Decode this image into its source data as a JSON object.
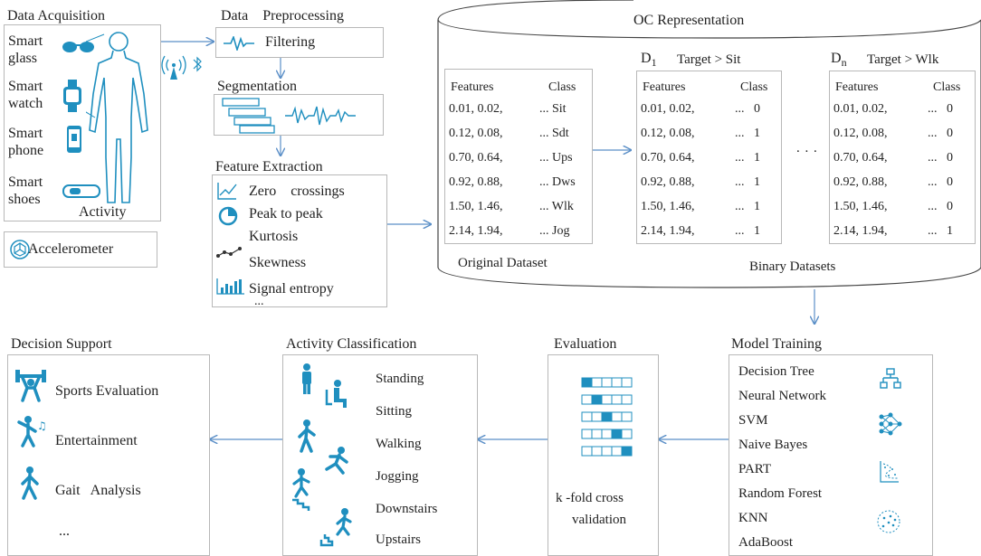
{
  "data_acquisition": {
    "title": "Data Acquisition",
    "devices": [
      "Smart glass",
      "Smart watch",
      "Smart phone",
      "Smart shoes"
    ],
    "activity_label": "Activity",
    "accelerometer": "Accelerometer"
  },
  "data_preprocessing": {
    "title": "Data    Preprocessing",
    "filtering": "Filtering"
  },
  "segmentation": {
    "title": "Segmentation"
  },
  "feature_extraction": {
    "title": "Feature Extraction",
    "items": [
      "Zero    crossings",
      "Peak to peak",
      "Kurtosis",
      "Skewness",
      "Signal entropy"
    ],
    "ellipsis": "..."
  },
  "oc_representation": {
    "title": "OC Representation",
    "original": {
      "headers": [
        "Features",
        "Class"
      ],
      "rows": [
        [
          "0.01, 0.02,",
          "... Sit"
        ],
        [
          "0.12, 0.08,",
          "... Sdt"
        ],
        [
          "0.70, 0.64,",
          "... Ups"
        ],
        [
          "0.92, 0.88,",
          "... Dws"
        ],
        [
          "1.50, 1.46,",
          "... Wlk"
        ],
        [
          "2.14, 1.94,",
          "... Jog"
        ]
      ],
      "caption": "Original Dataset"
    },
    "d1": {
      "label": "D",
      "sub": "1",
      "target": "Target > Sit",
      "headers": [
        "Features",
        "Class"
      ],
      "rows": [
        [
          "0.01, 0.02,",
          "...   0"
        ],
        [
          "0.12, 0.08,",
          "...   1"
        ],
        [
          "0.70, 0.64,",
          "...   1"
        ],
        [
          "0.92, 0.88,",
          "...   1"
        ],
        [
          "1.50, 1.46,",
          "...   1"
        ],
        [
          "2.14, 1.94,",
          "...   1"
        ]
      ]
    },
    "dots": ". . .",
    "dn": {
      "label": "D",
      "sub": "n",
      "target": "Target > Wlk",
      "headers": [
        "Features",
        "Class"
      ],
      "rows": [
        [
          "0.01, 0.02,",
          "...   0"
        ],
        [
          "0.12, 0.08,",
          "...   0"
        ],
        [
          "0.70, 0.64,",
          "...   0"
        ],
        [
          "0.92, 0.88,",
          "...   0"
        ],
        [
          "1.50, 1.46,",
          "...   0"
        ],
        [
          "2.14, 1.94,",
          "...   1"
        ]
      ]
    },
    "binary_caption": "Binary Datasets"
  },
  "model_training": {
    "title": "Model Training",
    "models": [
      "Decision Tree",
      "Neural Network",
      "SVM",
      "Naive Bayes",
      "PART",
      "Random Forest",
      "KNN",
      "AdaBoost"
    ]
  },
  "evaluation": {
    "title": "Evaluation",
    "caption_line1": "k -fold cross",
    "caption_line2": "validation"
  },
  "activity_classification": {
    "title": "Activity Classification",
    "activities": [
      "Standing",
      "Sitting",
      "Walking",
      "Jogging",
      "Downstairs",
      "Upstairs"
    ]
  },
  "decision_support": {
    "title": "Decision Support",
    "items": [
      "Sports Evaluation",
      "Entertainment",
      "Gait   Analysis"
    ],
    "ellipsis": "..."
  },
  "colors": {
    "accent": "#1f8fbf",
    "arrow": "#5b8fc7",
    "border": "#b8b8b8",
    "text": "#222222"
  }
}
